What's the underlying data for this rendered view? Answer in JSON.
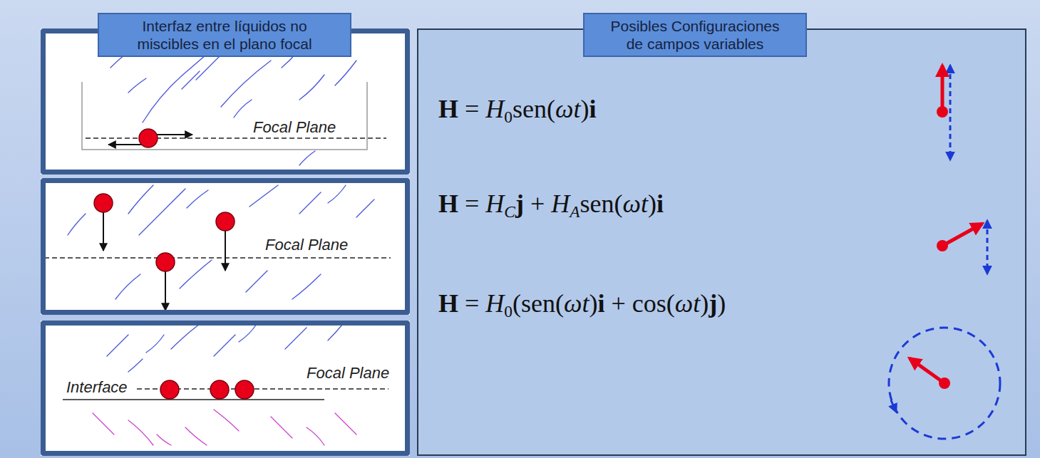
{
  "diagram": {
    "nodes": [
      {
        "text": [
          "Interfaz entre líquidos no miscibles en el plano focal"
        ]
      },
      {
        "text": [
          "Focal Plane"
        ]
      },
      {
        "text": [
          "Focal Plane"
        ]
      },
      {
        "text": [
          "Interface",
          "Focal Plane"
        ]
      },
      {
        "text": [
          "H = H0sen(ωt)i",
          "H = HCj + HAsen(ωt)i",
          "H = H0(sen(ωt)i + cos(ωt)j)"
        ]
      },
      {
        "text": [
          "Posibles Configuraciones de campos variables"
        ],
        "in": 4
      }
    ]
  }
}
